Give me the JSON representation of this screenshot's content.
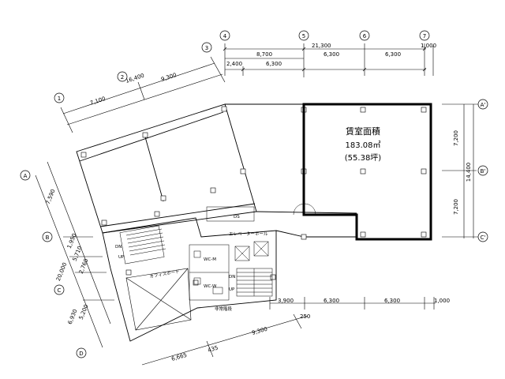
{
  "rental_area": {
    "title": "賃室面積",
    "area_m2": "183.08㎡",
    "area_tsubo": "(55.38坪)"
  },
  "grid_axes": {
    "top": [
      "4",
      "5",
      "6",
      "7"
    ],
    "upper_left": [
      "1",
      "2",
      "3"
    ],
    "right": [
      "A'",
      "B'",
      "C'"
    ],
    "left": [
      "A",
      "B",
      "C",
      "D"
    ]
  },
  "dimensions": {
    "top_total": "21,300",
    "top_7_offset": "1,000",
    "top_row": [
      "2,400",
      "6,300",
      "6,300",
      "6,300"
    ],
    "top_mid": "8,700",
    "diag_total": "16,400",
    "diag_parts": [
      "7,100",
      "9,300"
    ],
    "right_parts": [
      "7,200",
      "7,200"
    ],
    "right_total": "14,400",
    "left_total": "20,000",
    "left_parts": [
      "7,590",
      "1,950",
      "5,710",
      "2,760",
      "6,930",
      "5,200"
    ],
    "bottom_row": [
      "3,900",
      "6,300",
      "6,300",
      "1,000"
    ],
    "bottom_diag": "9,300",
    "bottom_small": "250",
    "bottom_left": [
      "6,665",
      "435"
    ]
  },
  "room_labels": {
    "elevator_hall": "エレベーターホール",
    "office_void": "オフィスボード",
    "ds": "DS",
    "dn": "DN",
    "up": "UP",
    "wc_m": "WC-M",
    "wc_w": "WC-W",
    "stair_label": "非常階段"
  }
}
